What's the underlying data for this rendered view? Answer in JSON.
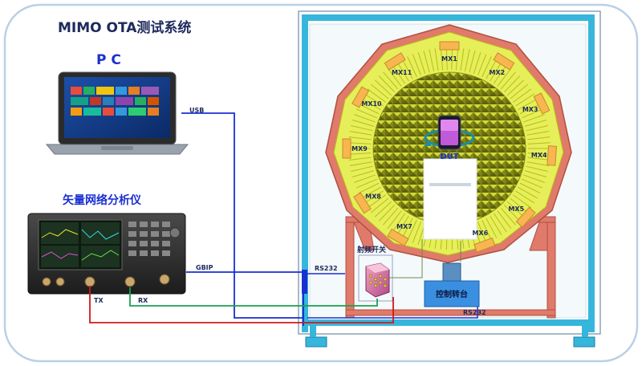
{
  "title": "MIMO OTA测试系统",
  "pc": {
    "label": "P C"
  },
  "vna": {
    "label": "矢量网络分析仪"
  },
  "ports": {
    "usb": "USB",
    "gbip": "GBIP",
    "tx": "TX",
    "rx": "RX",
    "rs232_top": "RS232",
    "rs232_bottom": "RS232"
  },
  "chamber": {
    "dut": "DUT",
    "probes": [
      "MX1",
      "MX2",
      "MX3",
      "MX4",
      "MX5",
      "MX6",
      "MX7",
      "MX8",
      "MX9",
      "MX10",
      "MX11"
    ]
  },
  "rf_switch": {
    "label": "射频开关"
  },
  "turntable": {
    "label": "控制转台"
  },
  "colors": {
    "usb": "#1a2fd0",
    "gbip": "#1a2fd0",
    "tx": "#d01a1a",
    "rx": "#1aa050",
    "rs232": "#1a2fd0",
    "frame": "#37b6dc",
    "ring": "#e07a6a",
    "absorber": "#b7bd16",
    "foam": "#e6ef5a",
    "probe": "#f7b650",
    "box": "#3a8fe0"
  }
}
